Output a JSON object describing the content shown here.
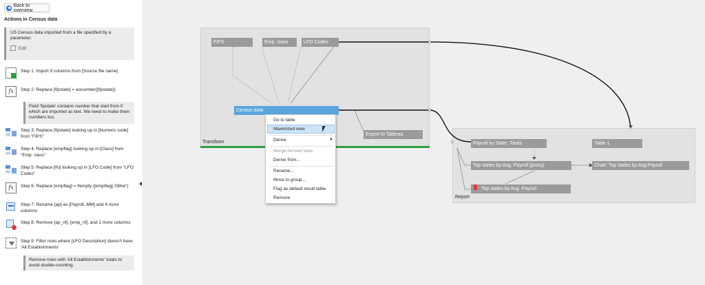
{
  "sidebar": {
    "back_label": "Back to overview",
    "title": "Actions in Census data",
    "description": "US Census data imported from a file specified by a parameter.",
    "edit_label": "Edit",
    "steps": [
      {
        "text": "Step 1: Import 9 columns from [Source file name]",
        "icon": "import-icon"
      },
      {
        "text": "Step 2: Replace [fipstate] = asnumber([fipstate])",
        "icon": "function-icon",
        "comment": "Field 'fipstate' contains number that start from 0 which are imported as text. We need to make them numbers too."
      },
      {
        "text": "Step 3: Replace [fipstate] looking up in [Numeric code] from \"FIPS\"",
        "icon": "lookup-icon"
      },
      {
        "text": "Step 4: Replace [empflag] looking up in [Class] from \"Emp. class\"",
        "icon": "lookup-icon"
      },
      {
        "text": "Step 5: Replace [lfo] looking up in [LFO Code] from \"LFO Codes\"",
        "icon": "lookup-icon"
      },
      {
        "text": "Step 6: Replace [empflag] = ifempty ([empflag],'Other')",
        "icon": "function-icon"
      },
      {
        "text": "Step 7: Rename [ap] as [Payroll, MM] and 4 more columns",
        "icon": "rename-icon"
      },
      {
        "text": "Step 8: Remove [ap_nf], [emp_nf], and 2 more columns",
        "icon": "remove-columns-icon"
      },
      {
        "text": "Step 9: Filter rows where [LFO Description] doesn't have 'All Establishments'",
        "icon": "filter-icon",
        "comment": "Remove rows with 'All Establishments' totals to avoid double-counting."
      }
    ]
  },
  "canvas": {
    "groups": {
      "transform": "Transform",
      "report": "Report"
    },
    "nodes": {
      "fips": "FIPS",
      "emp_class": "Emp. class",
      "lfo_codes": "LFO Codes",
      "census_data": "Census data",
      "export_tableau": "Export to Tableau",
      "payroll_by_state": "Payroll by State: Totals",
      "table1": "Table 1",
      "top_states": "Top states by Avg. Payroll (proxy)",
      "chart_top_states": "Chart: Top states by Avg.Payroll",
      "top_states_payroll": "Top states by Avg. Payroll"
    },
    "context_menu": {
      "items": [
        {
          "label": "Go to table",
          "enabled": true
        },
        {
          "label": "Maximized view",
          "enabled": true,
          "highlighted": true
        },
        {
          "label": "Derive",
          "enabled": true,
          "submenu": true
        },
        {
          "label": "Merge derived table",
          "enabled": false
        },
        {
          "label": "Derive from...",
          "enabled": true
        },
        {
          "label": "Rename...",
          "enabled": true
        },
        {
          "label": "Move to group...",
          "enabled": true
        },
        {
          "label": "Flag as default result table",
          "enabled": true
        },
        {
          "label": "Remove",
          "enabled": true
        }
      ]
    },
    "colors": {
      "node": "#9b9b9b",
      "selected_node": "#5aa5de",
      "transform_underline": "#2e9e3d",
      "flag": "#e23a3a"
    }
  }
}
